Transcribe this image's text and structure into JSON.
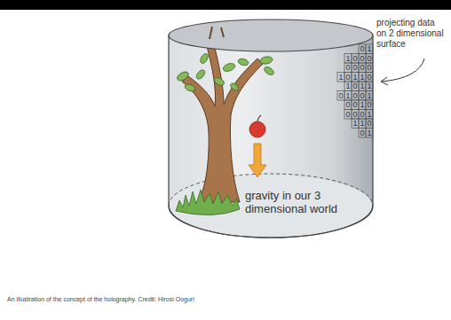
{
  "diagram": {
    "caption": "An illustration of the concept of the holography. Credit: Hirosi Ooguri",
    "labels": [
      "projecting data on 2 dimensional surface",
      "gravity in our 3 dimensional world",
      "0",
      "1",
      "1",
      "0",
      "0",
      "0",
      "0",
      "0",
      "0",
      "0",
      "1",
      "0",
      "1",
      "1",
      "0",
      "1",
      "0",
      "1",
      "1",
      "0",
      "1",
      "0",
      "0",
      "1",
      "0",
      "0",
      "1",
      "0",
      "0",
      "0",
      "0",
      "1",
      "1",
      "1",
      "0",
      "0",
      "1"
    ]
  }
}
